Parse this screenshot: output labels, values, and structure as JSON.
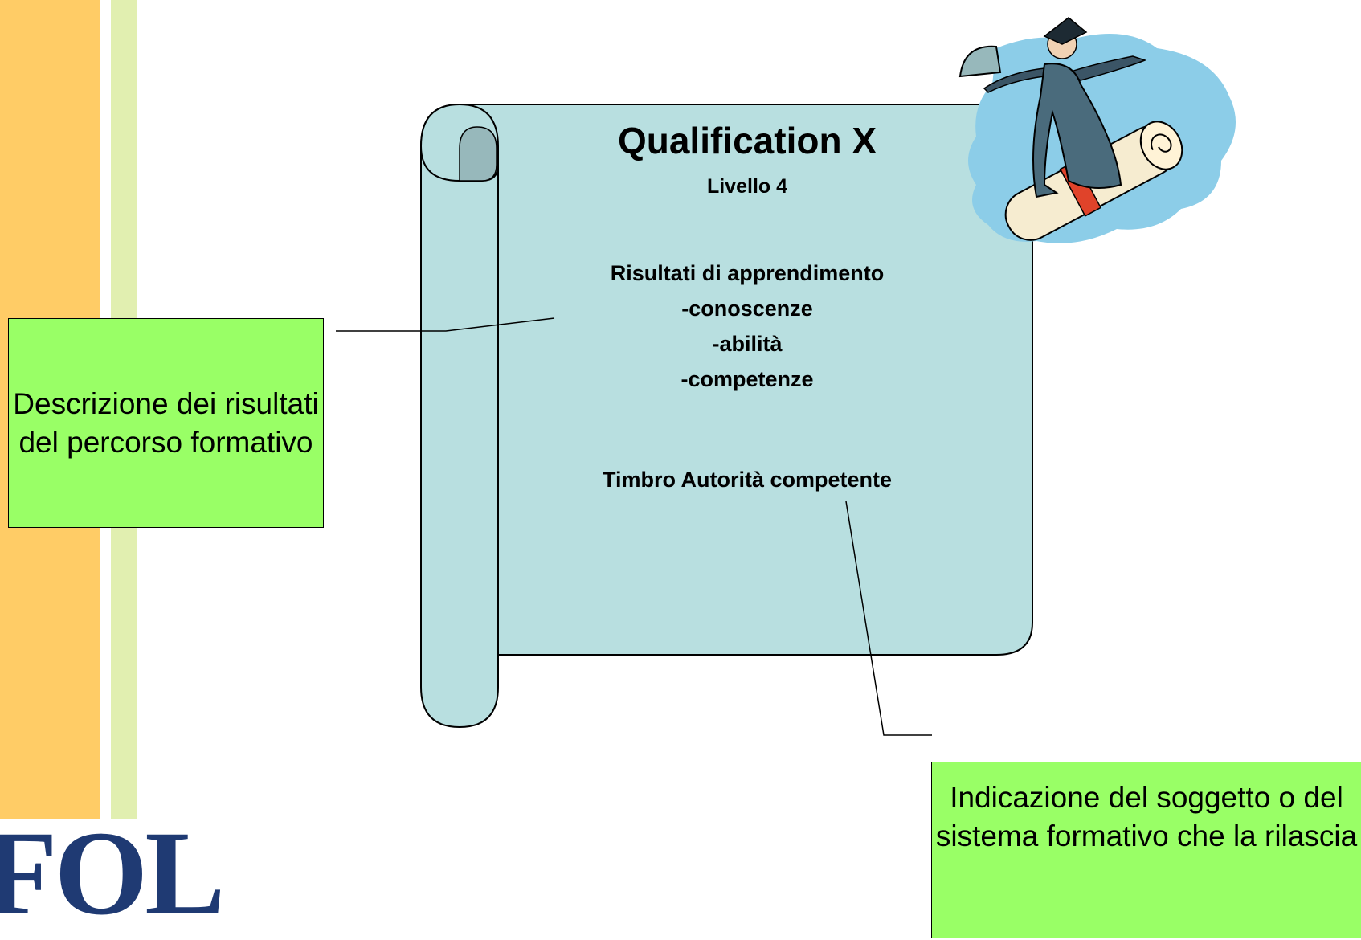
{
  "scroll": {
    "title": "Qualification X",
    "level": "Livello 4",
    "outcomes": [
      "Risultati di apprendimento",
      "-conoscenze",
      "-abilità",
      "-competenze"
    ],
    "stamp": "Timbro Autorità competente"
  },
  "callouts": {
    "left": "Descrizione dei risultati del percorso formativo",
    "right": "Indicazione del soggetto o del sistema formativo che la rilascia"
  },
  "logo": {
    "text": "FOL"
  },
  "colors": {
    "scroll_fill": "#b8dfe0",
    "scroll_curl": "#97b8bb",
    "callout_fill": "#99ff66",
    "stripe_orange": "#ffcc66",
    "stripe_green": "#e1efb0",
    "cloud": "#8ccde8"
  },
  "icons": {
    "clipart": "graduate-on-diploma-icon"
  }
}
